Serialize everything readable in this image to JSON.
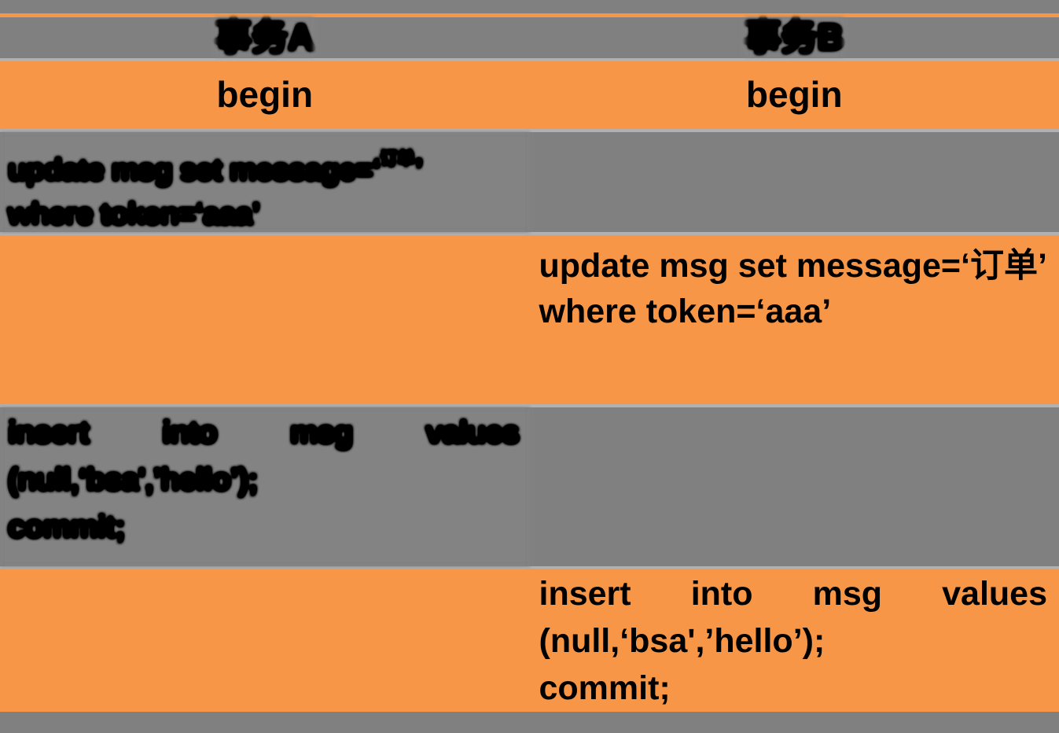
{
  "header": {
    "transaction_a": "事务A",
    "transaction_b": "事务B"
  },
  "rows": {
    "begin": {
      "a": "begin",
      "b": "begin"
    },
    "update_a": {
      "line1_prefix": "update msg set message=‘",
      "line1_small_cjk": "订单",
      "line1_suffix": "’",
      "line2": "where token=‘aaa’"
    },
    "update_b": {
      "line1": "update msg set message=‘订单’",
      "line2": "where token=‘aaa’"
    },
    "insert_a": {
      "line1_words": [
        "insert",
        "into",
        "msg",
        "values"
      ],
      "line2": "(null,‘bsa',’hello’);",
      "line3": "commit;"
    },
    "insert_b": {
      "line1_words": [
        "insert",
        "into",
        "msg",
        "values"
      ],
      "line2": "(null,‘bsa',’hello’);",
      "line3": "commit;"
    }
  },
  "colors": {
    "orange": "#F79646",
    "gray": "#808080",
    "separator": "#B1B1B1",
    "text": "#000000"
  }
}
